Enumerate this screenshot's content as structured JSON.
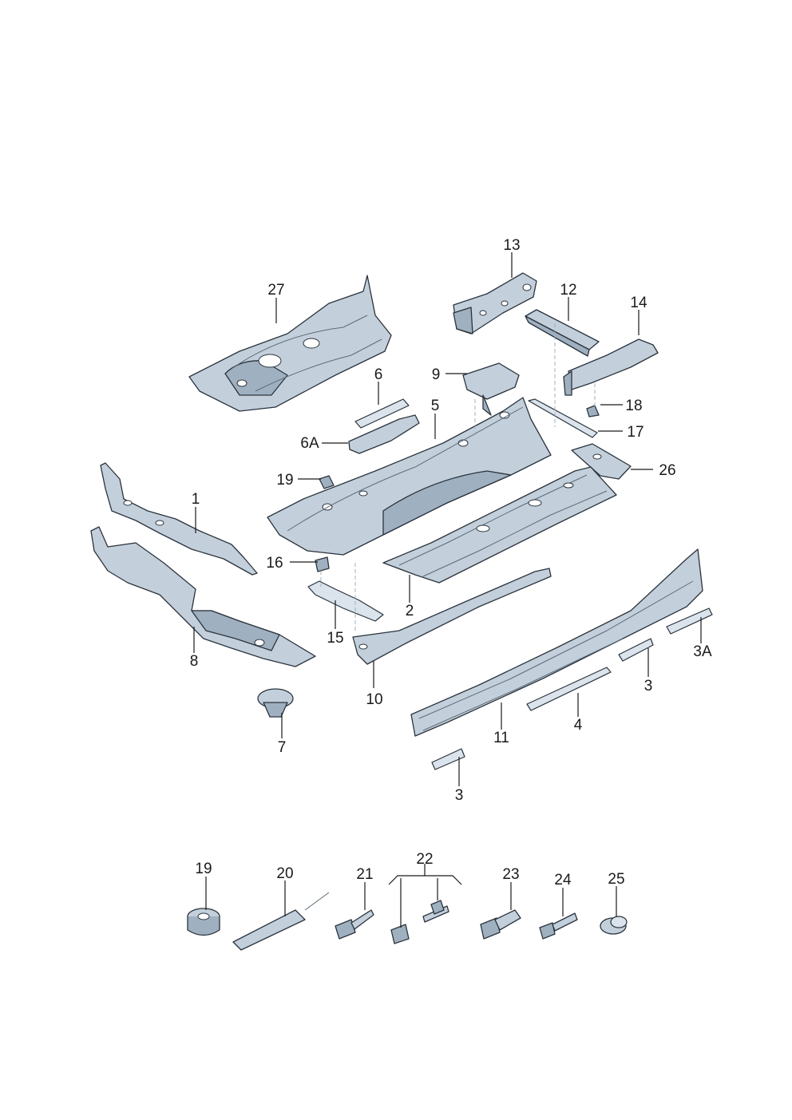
{
  "diagram": {
    "callouts": [
      {
        "id": "c27",
        "text": "27"
      },
      {
        "id": "c13",
        "text": "13"
      },
      {
        "id": "c12",
        "text": "12"
      },
      {
        "id": "c14",
        "text": "14"
      },
      {
        "id": "c6",
        "text": "6"
      },
      {
        "id": "c9",
        "text": "9"
      },
      {
        "id": "c5",
        "text": "5"
      },
      {
        "id": "c18",
        "text": "18"
      },
      {
        "id": "c6A",
        "text": "6A"
      },
      {
        "id": "c17",
        "text": "17"
      },
      {
        "id": "c26",
        "text": "26"
      },
      {
        "id": "c19a",
        "text": "19"
      },
      {
        "id": "c1",
        "text": "1"
      },
      {
        "id": "c16",
        "text": "16"
      },
      {
        "id": "c2",
        "text": "2"
      },
      {
        "id": "c15",
        "text": "15"
      },
      {
        "id": "c3Aa",
        "text": "3A"
      },
      {
        "id": "c8",
        "text": "8"
      },
      {
        "id": "c3a",
        "text": "3"
      },
      {
        "id": "c10",
        "text": "10"
      },
      {
        "id": "c4",
        "text": "4"
      },
      {
        "id": "c11",
        "text": "11"
      },
      {
        "id": "c7",
        "text": "7"
      },
      {
        "id": "c3b",
        "text": "3"
      },
      {
        "id": "c22",
        "text": "22"
      },
      {
        "id": "c19b",
        "text": "19"
      },
      {
        "id": "c20",
        "text": "20"
      },
      {
        "id": "c21",
        "text": "21"
      },
      {
        "id": "c23",
        "text": "23"
      },
      {
        "id": "c24",
        "text": "24"
      },
      {
        "id": "c25",
        "text": "25"
      }
    ]
  }
}
